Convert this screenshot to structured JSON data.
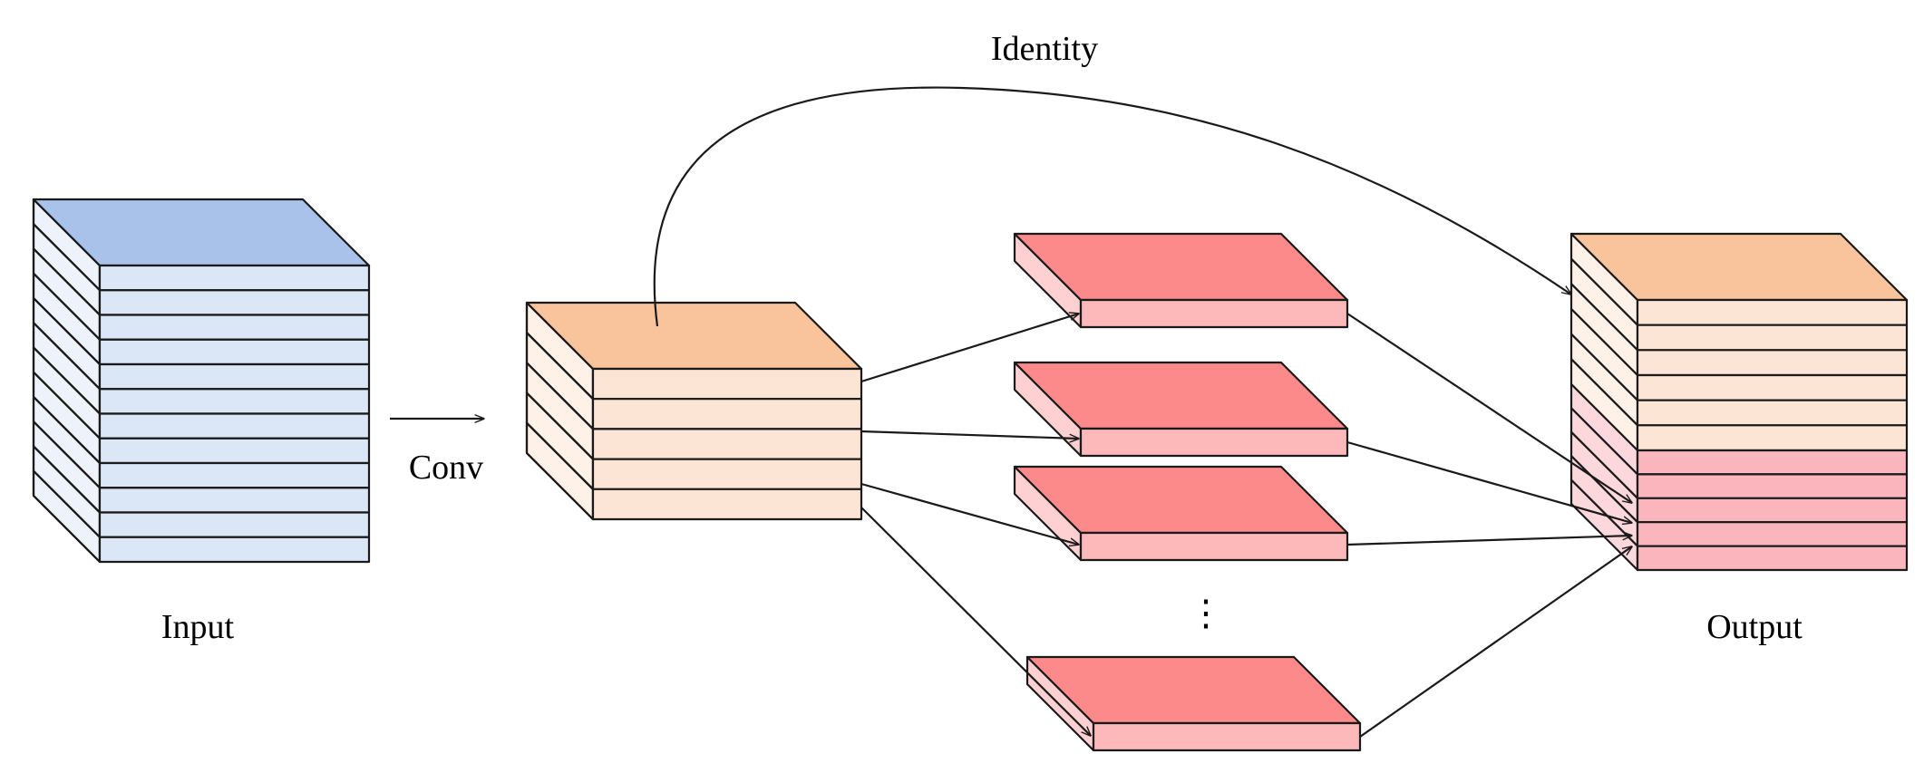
{
  "labels": {
    "input": "Input",
    "conv": "Conv",
    "identity": "Identity",
    "output": "Output",
    "ellipsis": "⋮"
  },
  "colors": {
    "input_top": "#a9c2e9",
    "input_layer": "#dbe6f6",
    "conv_top": "#f9c39c",
    "conv_layer": "#fde5d6",
    "split_top": "#fd8a8b",
    "split_front": "#fdb8ba",
    "split_side": "#fed0d2",
    "output_top": "#f9c39c",
    "output_upper_layer": "#fde5d6",
    "output_lower_layer": "#fbb6bd",
    "line": "#1a1a1a"
  },
  "blocks": {
    "input": {
      "layers": 12
    },
    "conv": {
      "layers": 5
    },
    "split_branches": 4,
    "output": {
      "upper_layers": 6,
      "lower_layers": 5
    }
  }
}
